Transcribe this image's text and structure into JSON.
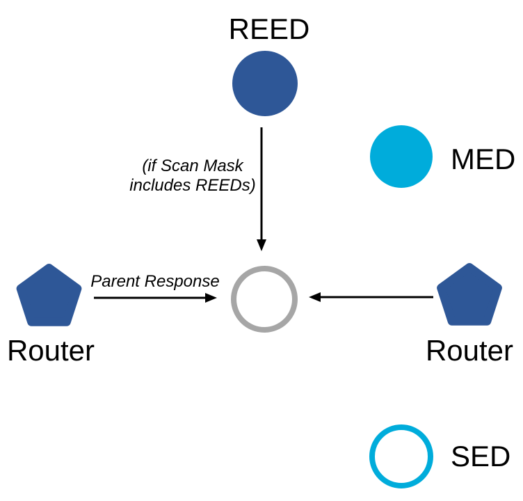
{
  "diagram": {
    "title_none": "",
    "colors": {
      "router_blue": "#2E5797",
      "device_cyan": "#00ACDB",
      "pending_gray": "#A6A6A6",
      "arrow_black": "#000000",
      "text_black": "#000000",
      "white": "#FFFFFF"
    },
    "nodes": {
      "reed": {
        "label": "REED",
        "shape": "circle-filled"
      },
      "med": {
        "label": "MED",
        "shape": "circle-filled"
      },
      "sed": {
        "label": "SED",
        "shape": "circle-outline"
      },
      "router_left": {
        "label": "Router",
        "shape": "pentagon-filled"
      },
      "router_right": {
        "label": "Router",
        "shape": "pentagon-filled"
      },
      "parent_candidate": {
        "label": "",
        "shape": "circle-outline-gray"
      }
    },
    "annotations": {
      "scan_mask": {
        "line1": "(if Scan Mask",
        "line2": "includes REEDs)"
      },
      "parent_response": "Parent Response"
    }
  }
}
